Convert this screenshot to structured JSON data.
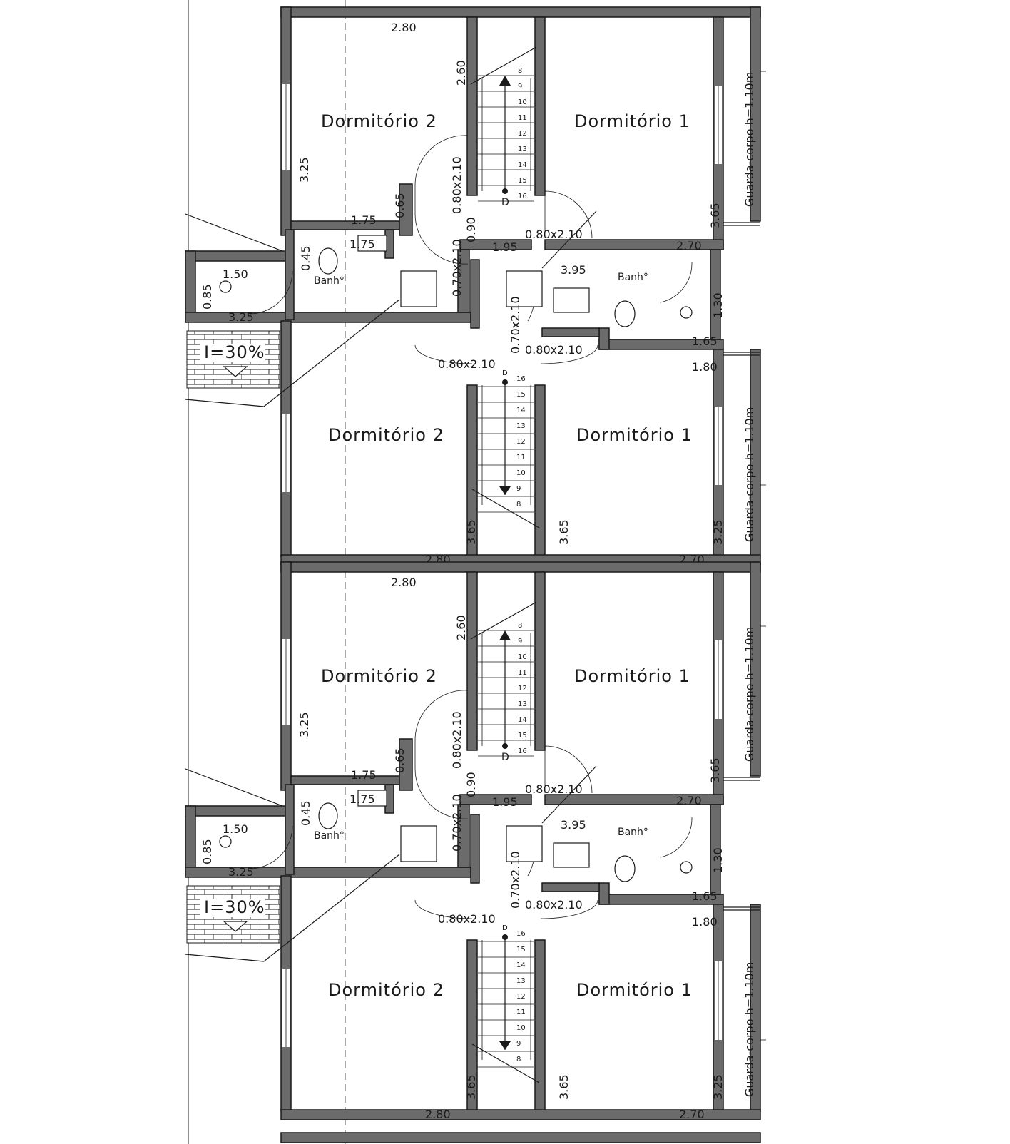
{
  "units": [
    {
      "room_left": "Dormitório 2",
      "room_right": "Dormitório 1",
      "bath": "Banh°",
      "slope": "I=30%",
      "railing": "Guarda-corpo h=1.10m",
      "dims_top": [
        "2.80",
        "2.60",
        "3.25",
        "0.65",
        "1.75",
        "0.80x2.10",
        "0.90",
        "0.70x2.10",
        "1.95",
        "0.80x2.10",
        "3.65",
        "2.70"
      ],
      "dims_mid": [
        "1.75",
        "0.45",
        "1.50",
        "0.85",
        "3.25",
        "3.95",
        "0.70x2.10",
        "1.30",
        "1.65",
        "0.80x2.10",
        "0.80x2.10",
        "1.80"
      ],
      "room_left_b": "Dormitório 2",
      "room_right_b": "Dormitório 1",
      "railing_b": "Guarda-corpo h=1.10m",
      "dims_bot": [
        "3.65",
        "3.65",
        "3.25",
        "2.80",
        "2.70"
      ],
      "steps_up": [
        "8",
        "9",
        "10",
        "11",
        "12",
        "13",
        "14",
        "15",
        "16"
      ],
      "steps_down": [
        "16",
        "15",
        "14",
        "13",
        "12",
        "11",
        "10",
        "9",
        "8"
      ],
      "stair_mark": "D"
    },
    {
      "room_left": "Dormitório 2",
      "room_right": "Dormitório 1",
      "bath": "Banh°",
      "slope": "I=30%",
      "railing": "Guarda-corpo h=1.10m",
      "dims_top": [
        "2.80",
        "2.60",
        "3.25",
        "0.65",
        "1.75",
        "0.80x2.10",
        "0.90",
        "0.70x2.10",
        "1.95",
        "0.80x2.10",
        "3.65",
        "2.70"
      ],
      "dims_mid": [
        "1.75",
        "0.45",
        "1.50",
        "0.85",
        "3.25",
        "3.95",
        "0.70x2.10",
        "1.30",
        "1.65",
        "0.80x2.10",
        "0.80x2.10",
        "1.80"
      ],
      "room_left_b": "Dormitório 2",
      "room_right_b": "Dormitório 1",
      "railing_b": "Guarda-corpo h=1.10m",
      "dims_bot": [
        "3.65",
        "3.65",
        "3.25",
        "2.80",
        "2.70"
      ],
      "steps_up": [
        "8",
        "9",
        "10",
        "11",
        "12",
        "13",
        "14",
        "15",
        "16"
      ],
      "steps_down": [
        "16",
        "15",
        "14",
        "13",
        "12",
        "11",
        "10",
        "9",
        "8"
      ],
      "stair_mark": "D"
    }
  ]
}
